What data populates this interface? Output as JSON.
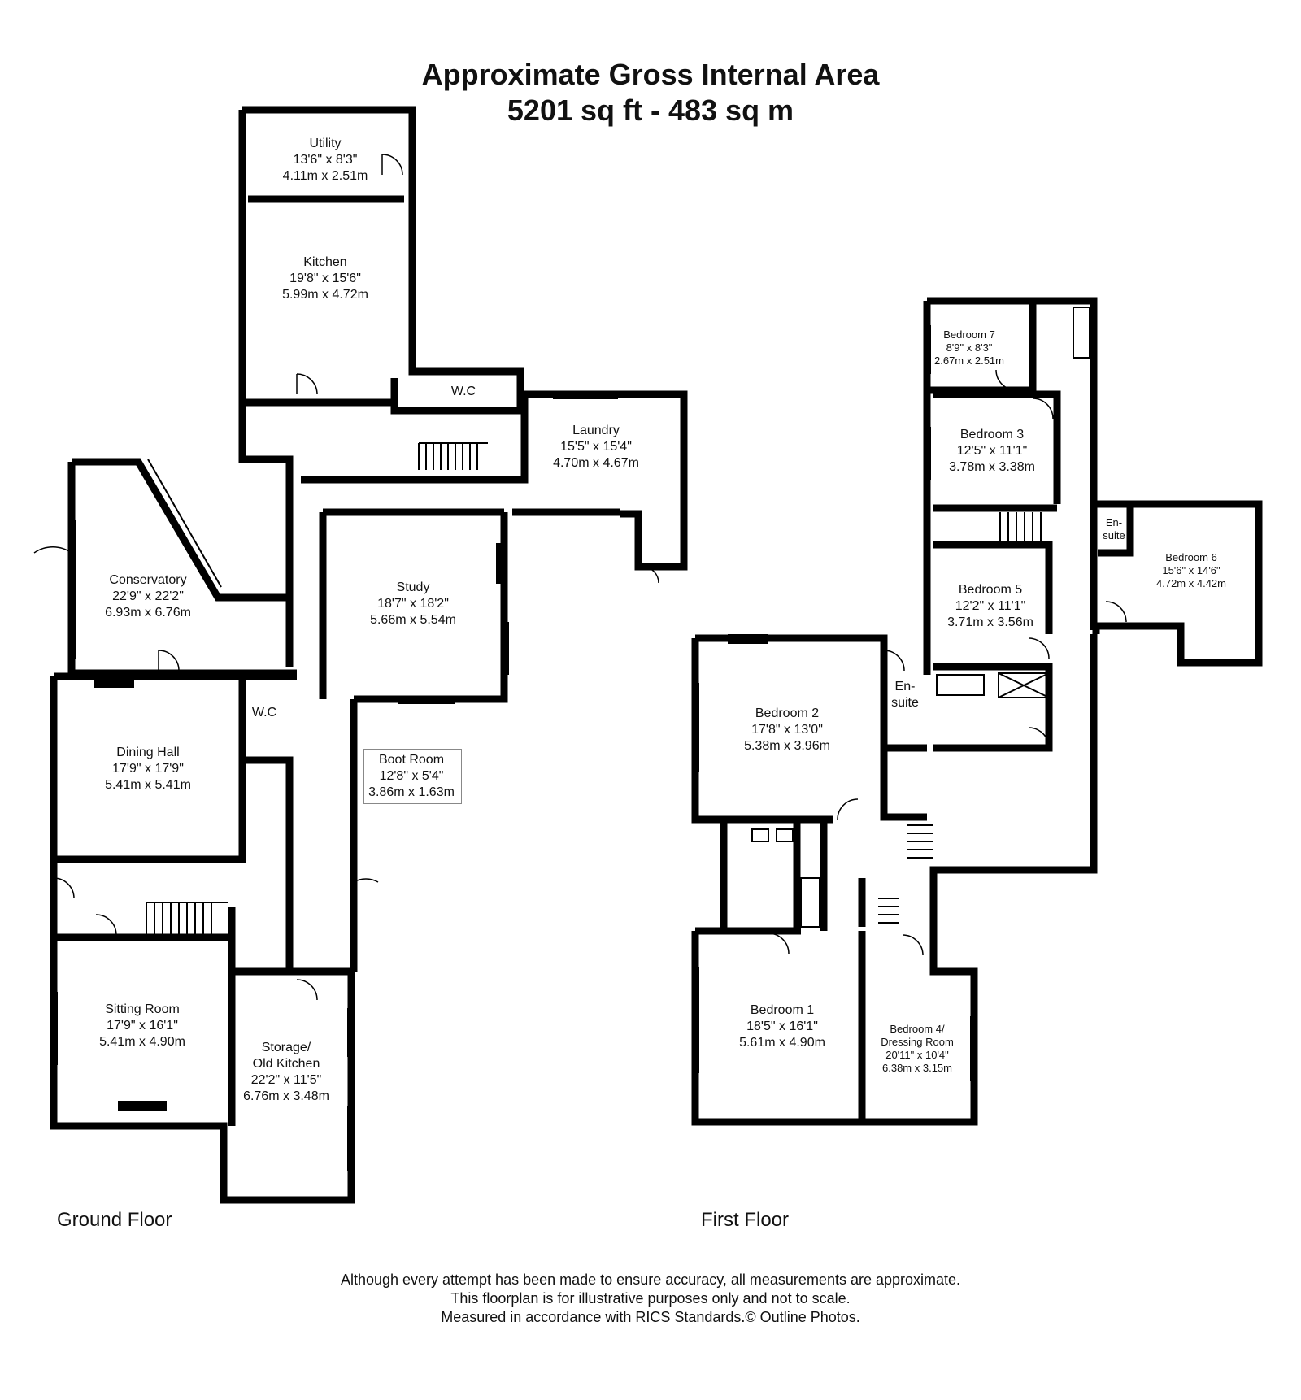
{
  "header": {
    "title_line1": "Approximate Gross Internal Area",
    "title_line2": "5201 sq ft - 483 sq m"
  },
  "floors": {
    "ground": "Ground Floor",
    "first": "First Floor"
  },
  "rooms": {
    "utility": {
      "name": "Utility",
      "imperial": "13'6\" x 8'3\"",
      "metric": "4.11m x 2.51m"
    },
    "kitchen": {
      "name": "Kitchen",
      "imperial": "19'8\" x 15'6\"",
      "metric": "5.99m x 4.72m"
    },
    "wc1": {
      "name": "W.C"
    },
    "laundry": {
      "name": "Laundry",
      "imperial": "15'5\" x 15'4\"",
      "metric": "4.70m x 4.67m"
    },
    "conservatory": {
      "name": "Conservatory",
      "imperial": "22'9\" x 22'2\"",
      "metric": "6.93m x 6.76m"
    },
    "study": {
      "name": "Study",
      "imperial": "18'7\" x 18'2\"",
      "metric": "5.66m x 5.54m"
    },
    "wc2": {
      "name": "W.C"
    },
    "dining": {
      "name": "Dining Hall",
      "imperial": "17'9\" x 17'9\"",
      "metric": "5.41m x 5.41m"
    },
    "boot": {
      "name": "Boot Room",
      "imperial": "12'8\" x 5'4\"",
      "metric": "3.86m x 1.63m"
    },
    "sitting": {
      "name": "Sitting Room",
      "imperial": "17'9\" x 16'1\"",
      "metric": "5.41m x 4.90m"
    },
    "storage": {
      "name1": "Storage/",
      "name2": "Old Kitchen",
      "imperial": "22'2\" x 11'5\"",
      "metric": "6.76m x 3.48m"
    },
    "bed7": {
      "name": "Bedroom 7",
      "imperial": "8'9\" x 8'3\"",
      "metric": "2.67m x 2.51m"
    },
    "bed3": {
      "name": "Bedroom 3",
      "imperial": "12'5\" x 11'1\"",
      "metric": "3.78m x 3.38m"
    },
    "ensuite6": {
      "name1": "En-",
      "name2": "suite"
    },
    "bed6": {
      "name": "Bedroom 6",
      "imperial": "15'6\" x 14'6\"",
      "metric": "4.72m x 4.42m"
    },
    "bed5": {
      "name": "Bedroom 5",
      "imperial": "12'2\" x 11'1\"",
      "metric": "3.71m x 3.56m"
    },
    "ensuite2": {
      "name1": "En-",
      "name2": "suite"
    },
    "bed2": {
      "name": "Bedroom 2",
      "imperial": "17'8\" x 13'0\"",
      "metric": "5.38m x 3.96m"
    },
    "bed1": {
      "name": "Bedroom 1",
      "imperial": "18'5\" x 16'1\"",
      "metric": "5.61m x 4.90m"
    },
    "bed4": {
      "name1": "Bedroom 4/",
      "name2": "Dressing Room",
      "imperial": "20'11\" x 10'4\"",
      "metric": "6.38m x 3.15m"
    }
  },
  "footer": {
    "line1": "Although every attempt has been made to ensure accuracy, all measurements are approximate.",
    "line2": "This floorplan is for illustrative purposes only and not to scale.",
    "line3": "Measured in accordance with RICS Standards.© Outline Photos."
  }
}
